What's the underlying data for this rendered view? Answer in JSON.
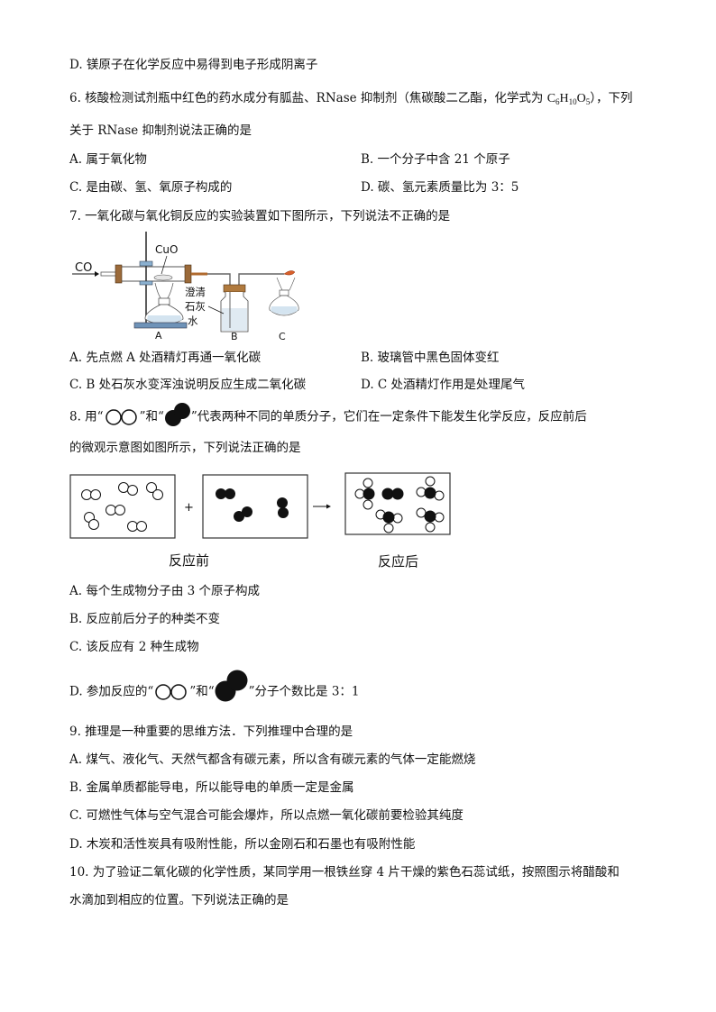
{
  "q5": {
    "optD": "D. 镁原子在化学反应中易得到电子形成阴离子"
  },
  "q6": {
    "stem_part1": "6. 核酸检测试剂瓶中红色的药水成分有胍盐、RNase 抑制剂（焦碳酸二乙酯，化学式为 ",
    "formula": {
      "C": "C",
      "c_sub": "6",
      "H": "H",
      "h_sub": "10",
      "O": "O",
      "o_sub": "5"
    },
    "stem_part2": "），下列",
    "stem_line2": "关于 RNase 抑制剂说法正确的是",
    "optA": "A. 属于氧化物",
    "optB": "B. 一个分子中含 21 个原子",
    "optC": "C. 是由碳、氢、氧原子构成的",
    "optD": "D. 碳、氢元素质量比为 3：5"
  },
  "q7": {
    "stem": "7. 一氧化碳与氧化铜反应的实验装置如下图所示，下列说法不正确的是",
    "figure": {
      "co_label": "CO",
      "cuo_label": "CuO",
      "limewater_label_1": "澄清",
      "limewater_label_2": "石灰",
      "limewater_label_3": "水",
      "label_a": "A",
      "label_b": "B",
      "label_c": "C"
    },
    "optA": "A. 先点燃 A 处酒精灯再通一氧化碳",
    "optB": "B. 玻璃管中黑色固体变红",
    "optC": "C. B 处石灰水变浑浊说明反应生成二氧化碳",
    "optD": "D. C 处酒精灯作用是处理尾气"
  },
  "q8": {
    "stem_part1": "8. 用“",
    "stem_part2": "”和“",
    "stem_part3": "”代表两种不同的单质分子，它们在一定条件下能发生化学反应，反应前后",
    "stem_line2": "的微观示意图如图所示，下列说法正确的是",
    "figure": {
      "plus": "+",
      "before_label": "反应前",
      "after_label": "反应后"
    },
    "optA": "A. 每个生成物分子由 3 个原子构成",
    "optB": "B. 反应前后分子的种类不变",
    "optC": "C. 该反应有 2 种生成物",
    "optD_part1": "D. 参加反应的“",
    "optD_part2": "”和“",
    "optD_part3": "”分子个数比是 3：1"
  },
  "q9": {
    "stem": "9. 推理是一种重要的思维方法．下列推理中合理的是",
    "optA": "A. 煤气、液化气、天然气都含有碳元素，所以含有碳元素的气体一定能燃烧",
    "optB": "B. 金属单质都能导电，所以能导电的单质一定是金属",
    "optC": "C. 可燃性气体与空气混合可能会爆炸，所以点燃一氧化碳前要检验其纯度",
    "optD": "D. 木炭和活性炭具有吸附性能，所以金刚石和石墨也有吸附性能"
  },
  "q10": {
    "stem_line1": "10. 为了验证二氧化碳的化学性质，某同学用一根铁丝穿  4  片干燥的紫色石蕊试纸，按照图示将醋酸和",
    "stem_line2": "水滴加到相应的位置。下列说法正确的是"
  }
}
